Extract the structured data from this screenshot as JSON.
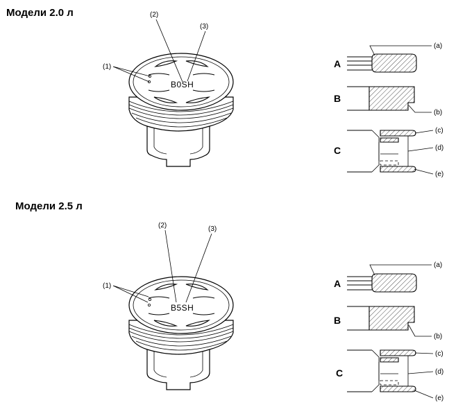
{
  "sections": [
    {
      "title": "Модели 2.0 л",
      "piston_mark": "B0SH",
      "callouts": {
        "c1": "(1)",
        "c2": "(2)",
        "c3": "(3)"
      },
      "ring_profiles": {
        "A": "A",
        "B": "B",
        "C": "C"
      },
      "ring_callouts": {
        "a": "(a)",
        "b": "(b)",
        "c": "(c)",
        "d": "(d)",
        "e": "(e)"
      }
    },
    {
      "title": "Модели 2.5 л",
      "piston_mark": "B5SH",
      "callouts": {
        "c1": "(1)",
        "c2": "(2)",
        "c3": "(3)"
      },
      "ring_profiles": {
        "A": "A",
        "B": "B",
        "C": "C"
      },
      "ring_callouts": {
        "a": "(a)",
        "b": "(b)",
        "c": "(c)",
        "d": "(d)",
        "e": "(e)"
      }
    }
  ]
}
